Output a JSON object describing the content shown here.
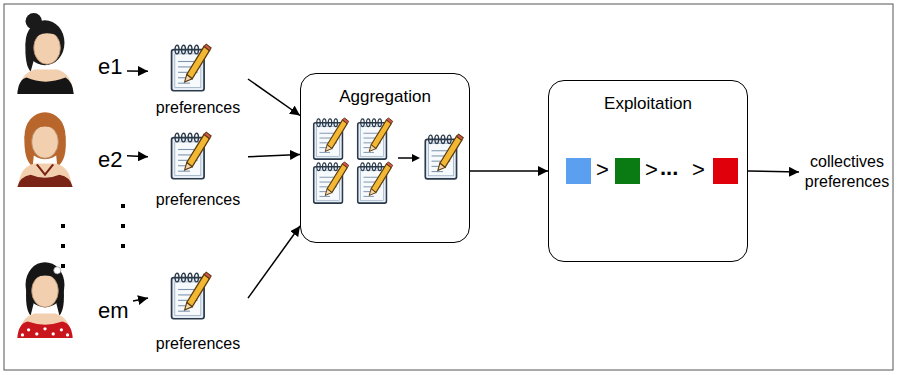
{
  "diagram": {
    "nodes": [
      {
        "text": [
          "e1"
        ]
      },
      {
        "text": [
          "preferences"
        ]
      },
      {
        "text": [
          "e2"
        ]
      },
      {
        "text": [
          "preferences"
        ]
      },
      {
        "text": [
          "em"
        ]
      },
      {
        "text": [
          "preferences"
        ]
      },
      {
        "text": [
          "Aggregation"
        ]
      },
      {
        "text": [
          "Exploitation"
        ]
      },
      {
        "text": [
          "collectives preferences"
        ]
      }
    ],
    "edges": [
      {
        "from": 0,
        "to": 1,
        "arrow": "to"
      },
      {
        "from": 2,
        "to": 3,
        "arrow": "to"
      },
      {
        "from": 4,
        "to": 5,
        "arrow": "to"
      },
      {
        "from": 1,
        "to": 6,
        "arrow": "to"
      },
      {
        "from": 3,
        "to": 6,
        "arrow": "to"
      },
      {
        "from": 5,
        "to": 6,
        "arrow": "to"
      },
      {
        "from": 6,
        "to": 7,
        "arrow": "to"
      },
      {
        "from": 7,
        "to": 8,
        "arrow": "to"
      }
    ],
    "labels": [
      ">",
      ">",
      "...",
      ">"
    ]
  }
}
